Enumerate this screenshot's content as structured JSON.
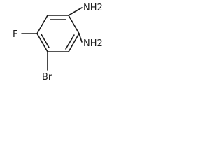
{
  "molecule": {
    "atoms": {
      "nh2_top": "NH2",
      "nh2_bottom": "NH2",
      "fluorine": "F",
      "bromine": "Br"
    }
  }
}
